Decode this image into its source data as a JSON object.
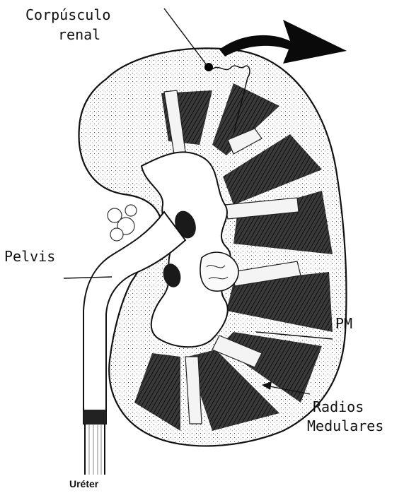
{
  "labels": {
    "corpusculo_line1": "Corpúsculo",
    "corpusculo_line2": "renal",
    "pelvis": "Pelvis",
    "pm": "PM",
    "radios_line1": "Radios",
    "radios_line2": "Medulares",
    "ureter": "Uréter"
  }
}
